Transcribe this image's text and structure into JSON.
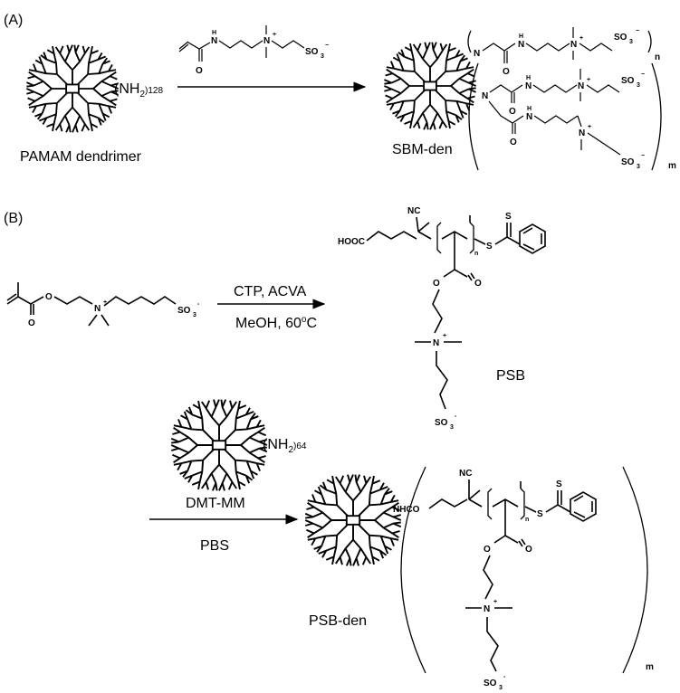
{
  "panel_a": {
    "label": "(A)",
    "dendrimer_sub": "(NH",
    "dendrimer_sub2": "2",
    "dendrimer_count": ")128",
    "dendrimer_name": "PAMAM dendrimer",
    "product_name": "SBM-den",
    "so3": "SO",
    "so3_sub": "3",
    "so3_charge": "−",
    "n_label": "n",
    "m_label": "m",
    "n_atom": "N",
    "nh_atom": "N",
    "h_atom": "H",
    "o_atom": "O",
    "plus": "+"
  },
  "panel_b": {
    "label": "(B)",
    "cond_top": "CTP, ACVA",
    "cond_bottom": "MeOH, 60",
    "cond_deg": "o",
    "cond_c": "C",
    "psb_name": "PSB",
    "psbden_name": "PSB-den",
    "den64_sub": "(NH",
    "den64_sub2": "2",
    "den64_count": ")64",
    "coupling_top": "DMT-MM",
    "coupling_bottom": "PBS",
    "nhco": "NHCO",
    "hooc": "HOOC",
    "nc": "NC",
    "s_atom": "S",
    "so3m": "SO",
    "so3m_sub": "3",
    "so3m_charge": "-",
    "n_sub": "n",
    "m_sub": "m"
  }
}
